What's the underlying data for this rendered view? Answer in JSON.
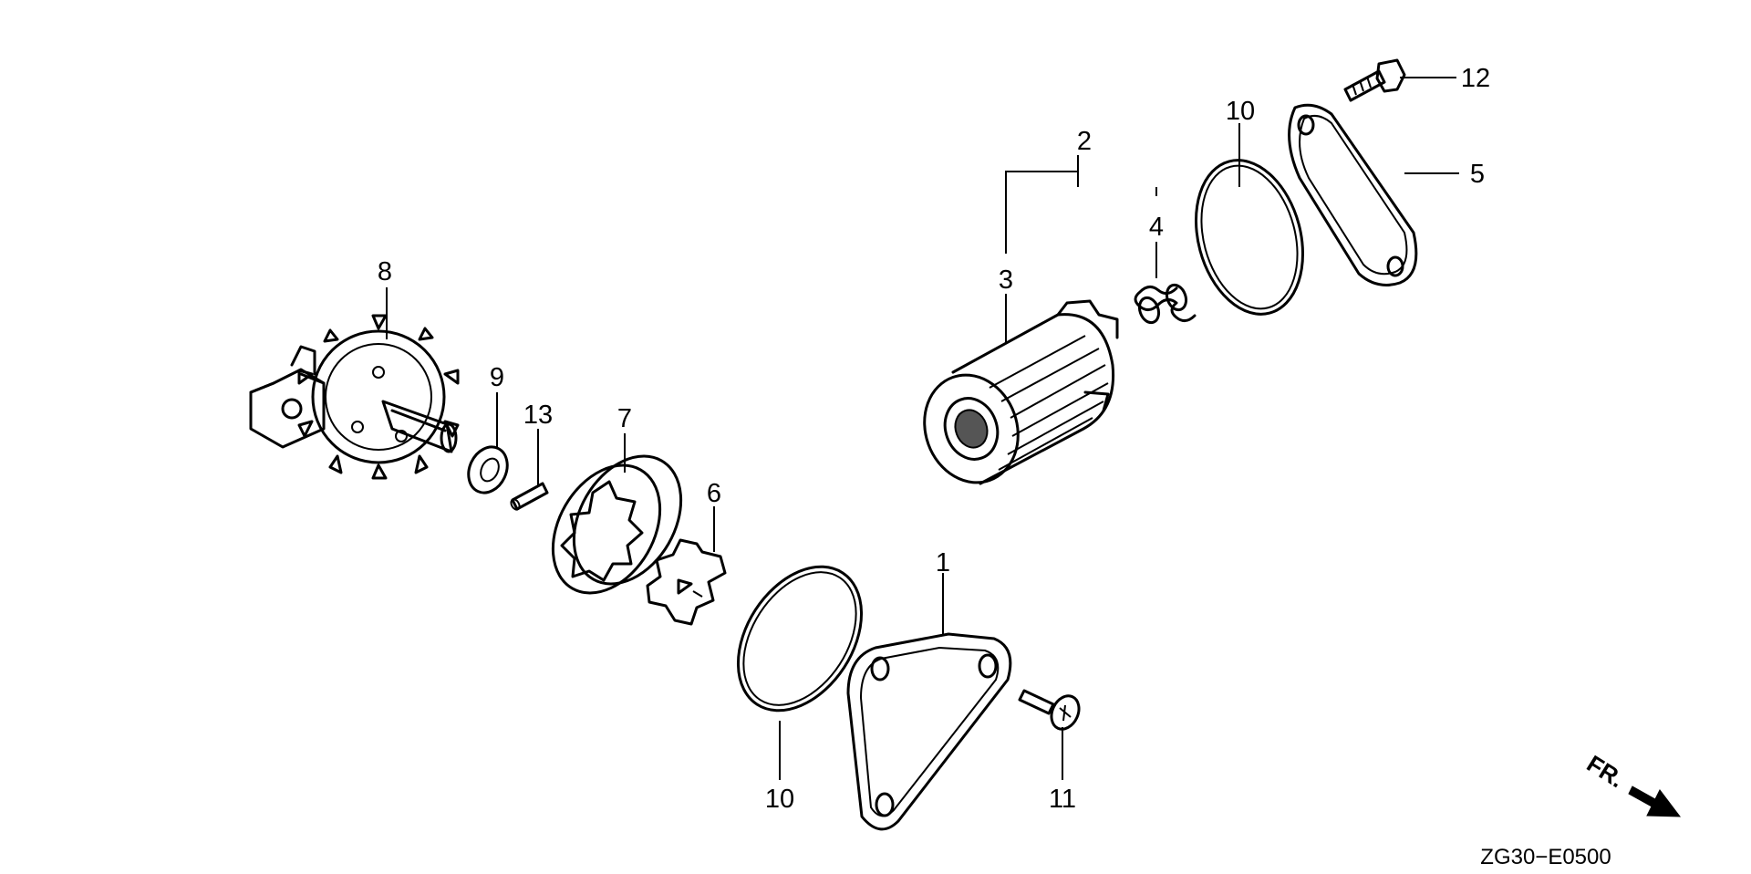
{
  "callouts": [
    "1",
    "2",
    "3",
    "4",
    "5",
    "6",
    "7",
    "8",
    "9",
    "10",
    "10",
    "11",
    "12",
    "13"
  ],
  "direction_label": "FR.",
  "diagram_code": "ZG30−E0500",
  "colors": {
    "line": "#000000",
    "background": "#ffffff"
  }
}
